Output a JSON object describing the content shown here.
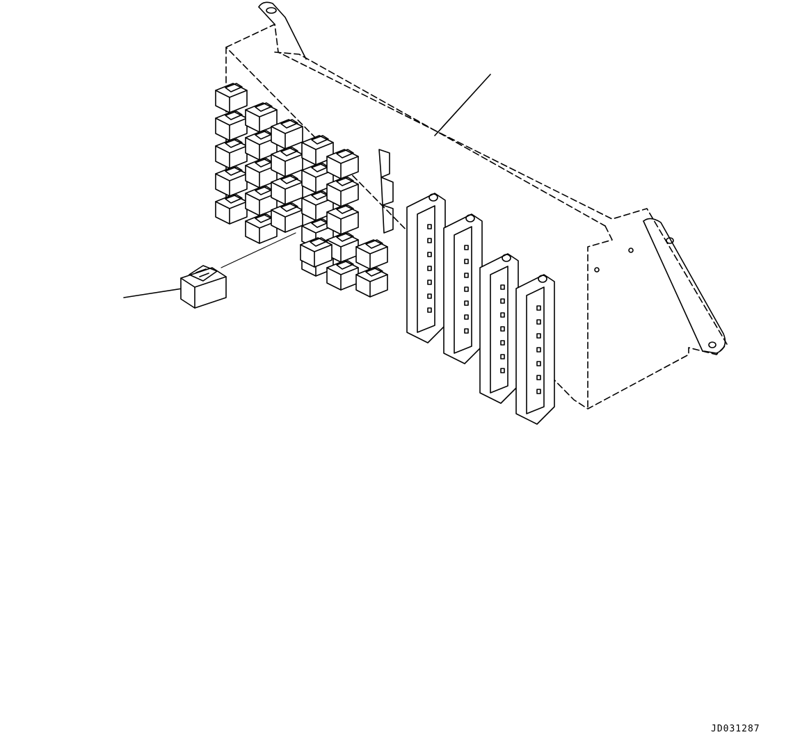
{
  "drawing": {
    "code": "JD031287",
    "line_color": "#000000",
    "background_color": "#ffffff",
    "subject": "relay-box-bracket-assembly"
  },
  "parts": {
    "bracket_callout_leader": "leader-to-bracket",
    "relay_callout_leader": "leader-to-relay",
    "relay_columns": [
      {
        "name": "relay-column-1",
        "count": 5
      },
      {
        "name": "relay-column-2",
        "count": 5
      },
      {
        "name": "relay-column-3",
        "count": 4
      },
      {
        "name": "relay-column-4",
        "count": 5
      },
      {
        "name": "relay-column-5",
        "count": 5
      }
    ],
    "fuse_blocks": 4,
    "fuse_block_pin_rows": 7
  }
}
